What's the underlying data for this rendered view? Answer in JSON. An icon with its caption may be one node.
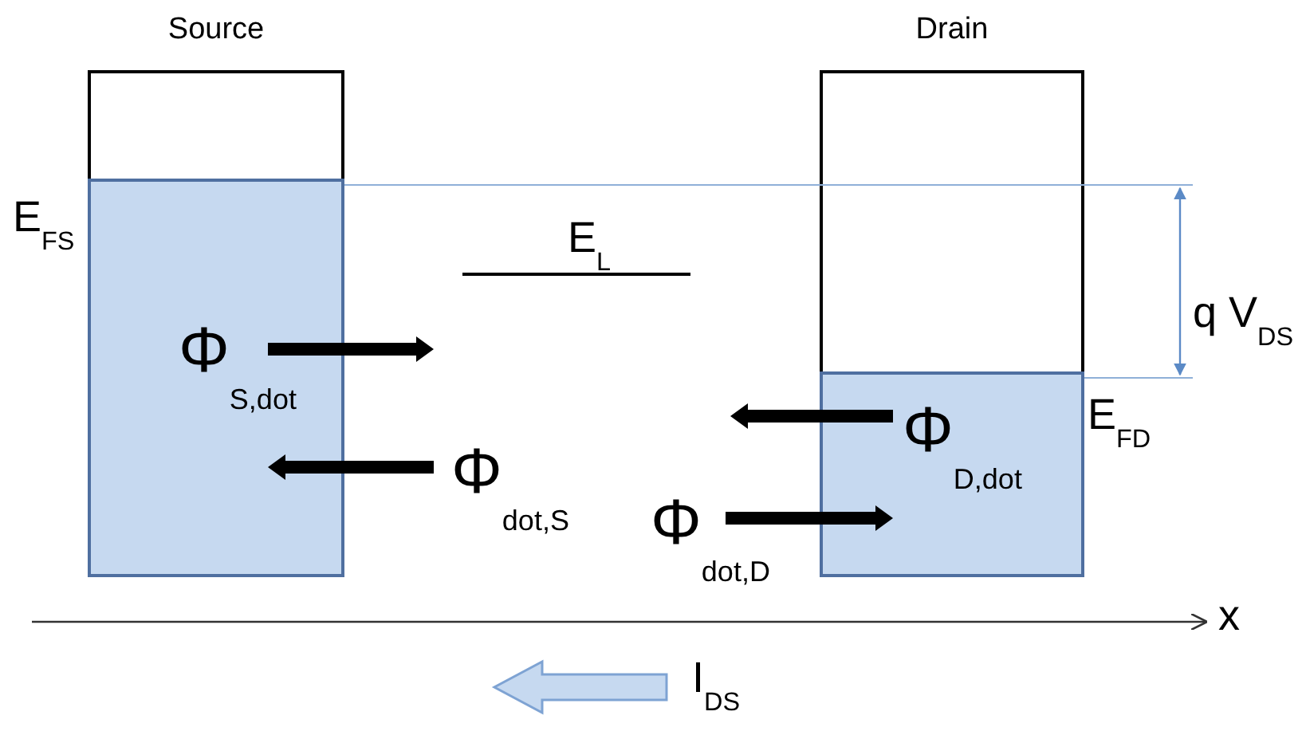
{
  "diagram": {
    "nodes": [
      {
        "text": [
          "Source"
        ]
      },
      {
        "text": [
          "Drain"
        ]
      }
    ],
    "labels": [
      "E$_{FS}$",
      "E$_{L}$",
      "q V$_{DS}$",
      "Φ$_{S,dot}$",
      "Φ$_{dot,S}$",
      "Φ$_{D,dot}$",
      "Φ$_{dot,D}$",
      "E$_{FD}$",
      "x",
      "I$_{DS}$"
    ]
  }
}
